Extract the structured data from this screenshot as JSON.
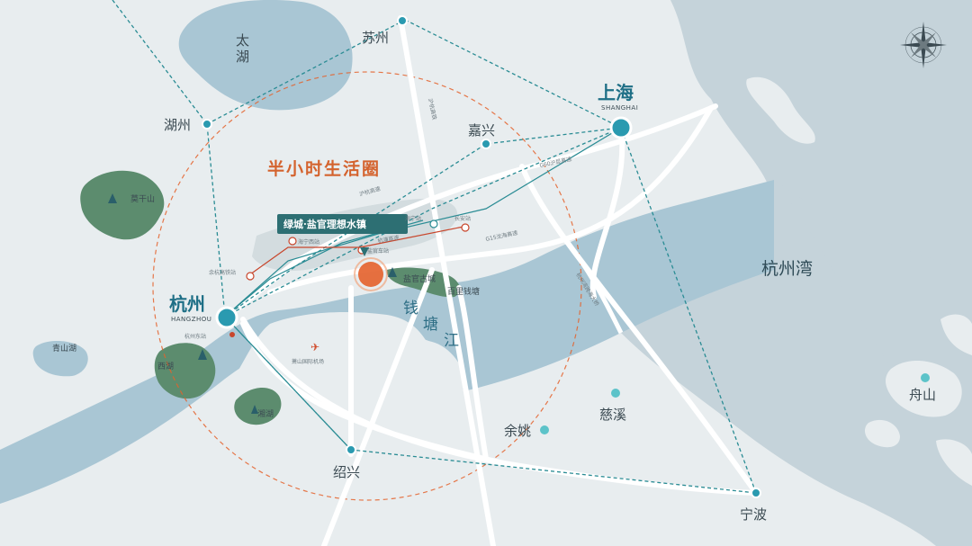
{
  "title": "半小时生活圈",
  "project_label": "绿城·盐官理想水镇",
  "colors": {
    "sea": "#c5d3da",
    "land": "#e8edef",
    "water": "#a9c6d4",
    "rail": "#2a8c94",
    "accent": "#e4612b",
    "forest": "#5c8c6e"
  },
  "cities": {
    "shanghai": {
      "name": "上海",
      "en": "SHANGHAI"
    },
    "hangzhou": {
      "name": "杭州",
      "en": "HANGZHOU"
    },
    "suzhou": "苏州",
    "jiaxing": "嘉兴",
    "huzhou": "湖州",
    "shaoxing": "绍兴",
    "ningbo": "宁波",
    "zhoushan": "舟山",
    "yuyao": "余姚",
    "cixi": "慈溪"
  },
  "water_labels": {
    "taihu_1": "太",
    "taihu_2": "湖",
    "hangzhou_bay": "杭州湾",
    "qiantang_1": "钱",
    "qiantang_2": "塘",
    "qiantang_3": "江",
    "xihu": "西湖",
    "xianghu": "湘湖",
    "qingshanhu": "青山湖"
  },
  "pois": {
    "moganshan": "莫干山",
    "yanguan_gucheng": "盐官古城",
    "baili_qiantang": "百里钱塘",
    "xiaoshan_airport": "萧山国际机场",
    "hangzhou_east": "杭州东站",
    "yuhang_station": "余杭高铁站",
    "haining_west": "海宁西站",
    "yanguan_station": "盐官车站",
    "haining_station": "海宁站",
    "changan_station": "长安站"
  },
  "roads": {
    "g60": "G60沪昆高速",
    "g15": "G15沈海高速",
    "hangpu": "杭浦高速",
    "hu_hang": "沪杭高速",
    "hu_hang_rail": "沪杭高铁",
    "hangzhou_bay_bridge": "杭州湾跨海大桥"
  },
  "compass_icon": "compass-rose-icon",
  "airport_icon": "airport-icon",
  "metro_icon": "metro-icon"
}
